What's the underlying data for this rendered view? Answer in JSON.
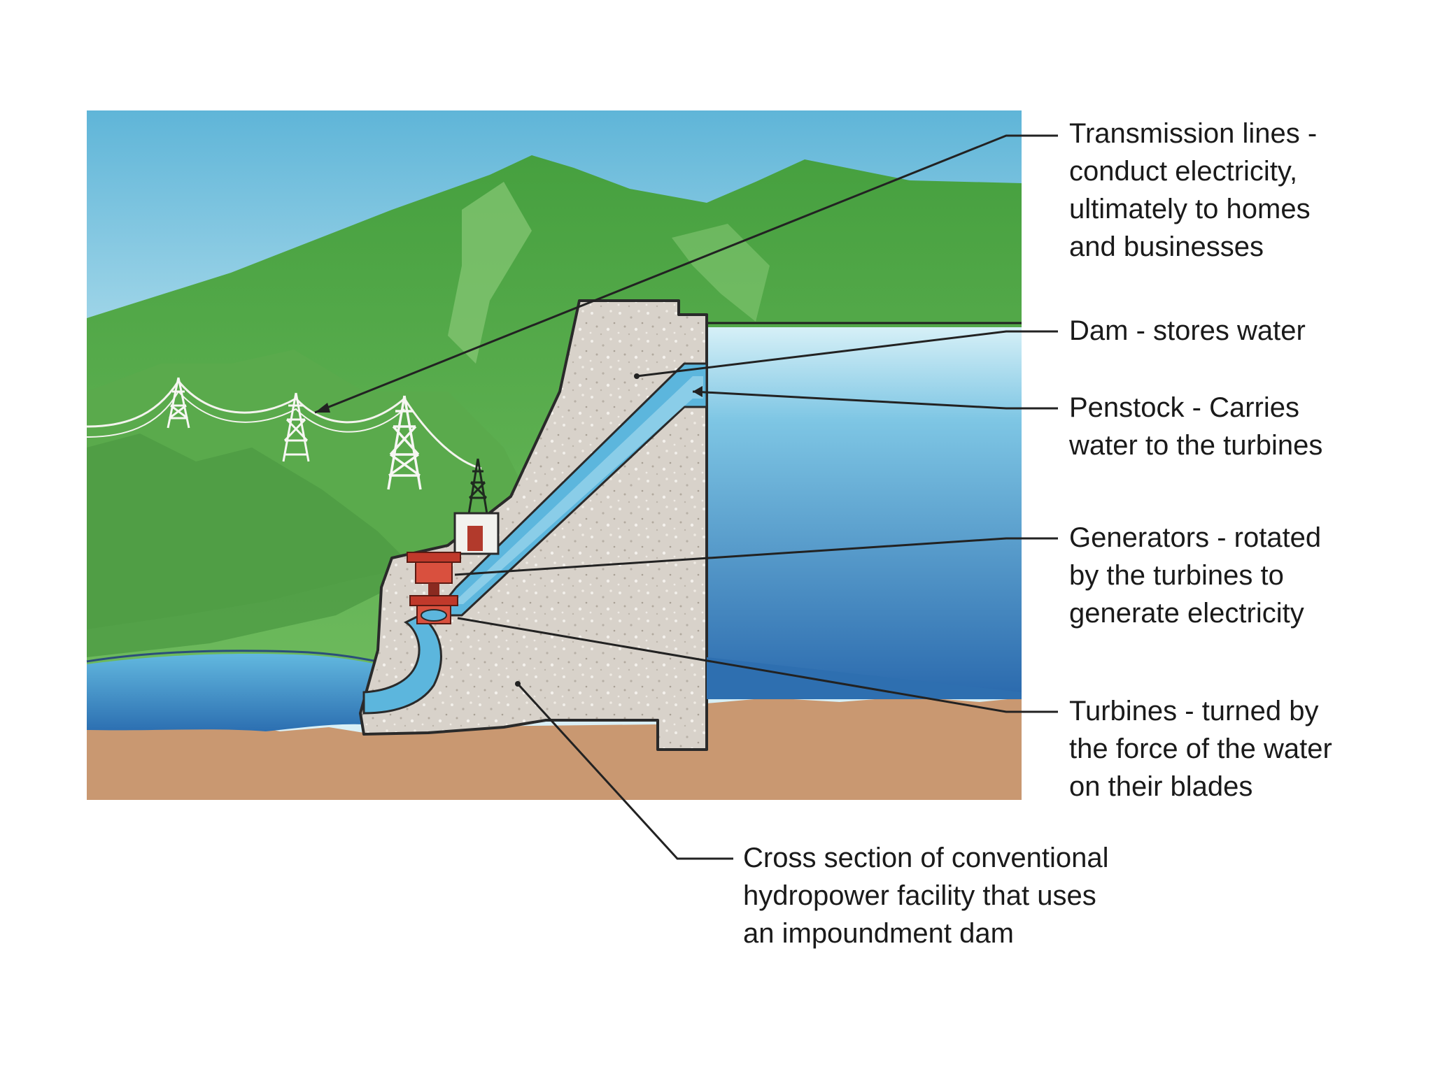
{
  "labels": {
    "transmission": [
      "Transmission lines -",
      "conduct electricity,",
      "ultimately to homes",
      "and businesses"
    ],
    "dam": [
      "Dam - stores water"
    ],
    "penstock": [
      "Penstock - Carries",
      "water to the turbines"
    ],
    "generators": [
      "Generators - rotated",
      "by the turbines to",
      "generate electricity"
    ],
    "turbines": [
      "Turbines - turned by",
      "the force of the water",
      "on their blades"
    ],
    "caption": [
      "Cross section of conventional",
      "hydropower facility that uses",
      "an impoundment dam"
    ]
  },
  "colors": {
    "sky_top": "#5fb5d8",
    "sky_bottom": "#d4eef6",
    "mountain_dark": "#4f9f45",
    "mountain_light": "#7dc06a",
    "reservoir_top": "#c9ecf5",
    "reservoir_bottom": "#2f73b5",
    "concrete": "#d9d4cc",
    "ground": "#c99871",
    "penstock": "#5cb6dd",
    "generator_red": "#c0392b",
    "leader_line": "#222222"
  },
  "icons": [
    "transmission-tower-icon",
    "generator-icon",
    "turbine-icon"
  ]
}
